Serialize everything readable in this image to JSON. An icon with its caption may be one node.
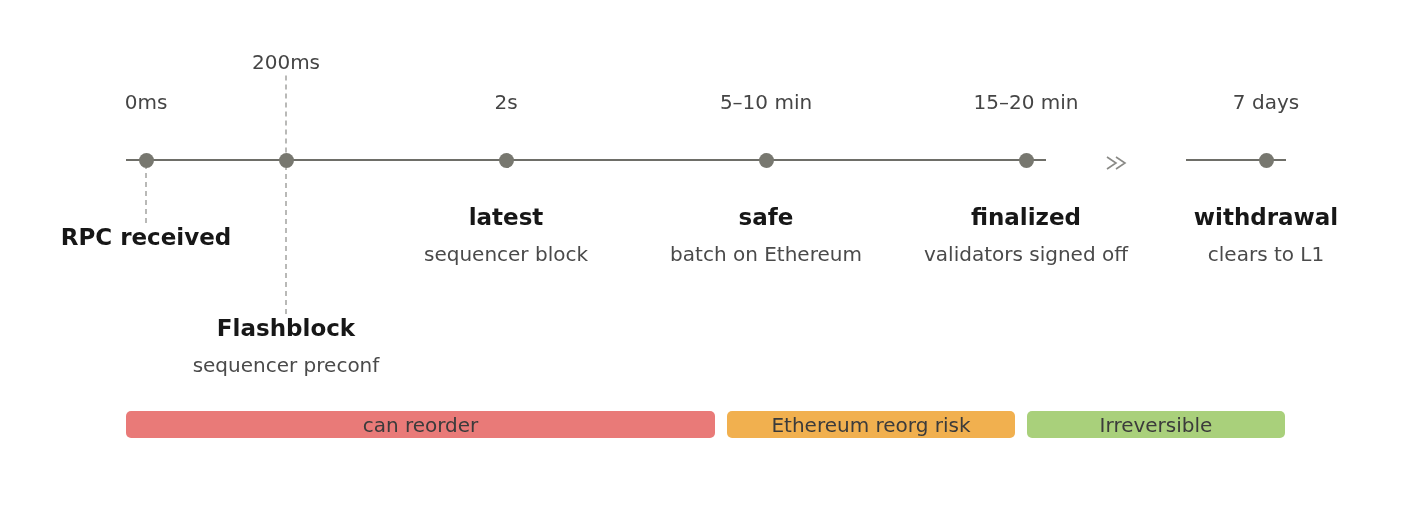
{
  "diagram": {
    "nodes": [
      {
        "text": [
          "RPC received"
        ]
      },
      {
        "text": [
          "Flashblock",
          "sequencer preconf"
        ]
      },
      {
        "text": [
          "latest",
          "sequencer block"
        ]
      },
      {
        "text": [
          "safe",
          "batch on Ethereum"
        ]
      },
      {
        "text": [
          "finalized",
          "validators signed off"
        ]
      },
      {
        "text": [
          "withdrawal",
          "clears to L1"
        ]
      },
      {
        "text": [],
        "shape": "circle",
        "beside": [
          "0ms"
        ]
      },
      {
        "text": [],
        "shape": "circle"
      },
      {
        "text": [],
        "shape": "circle",
        "beside": [
          "2s"
        ]
      },
      {
        "text": [],
        "shape": "circle",
        "beside": [
          "5–10 min"
        ]
      },
      {
        "text": [],
        "shape": "circle",
        "beside": [
          "15–20 min"
        ]
      },
      {
        "text": [],
        "shape": "circle",
        "beside": [
          "7 days"
        ]
      },
      {
        "text": [
          "can reorder"
        ]
      },
      {
        "text": [
          "Ethereum reorg risk"
        ]
      },
      {
        "text": [
          "Irreversible"
        ]
      },
      {
        "text": [
          "200ms"
        ]
      }
    ],
    "edges": [
      {
        "from": 0,
        "to": 6,
        "arrow": "none",
        "style": "dashed"
      },
      {
        "from": 1,
        "to": 7,
        "arrow": "none",
        "style": "dashed"
      },
      {
        "from": 7,
        "to": 15,
        "arrow": "none",
        "style": "dashed"
      }
    ]
  }
}
